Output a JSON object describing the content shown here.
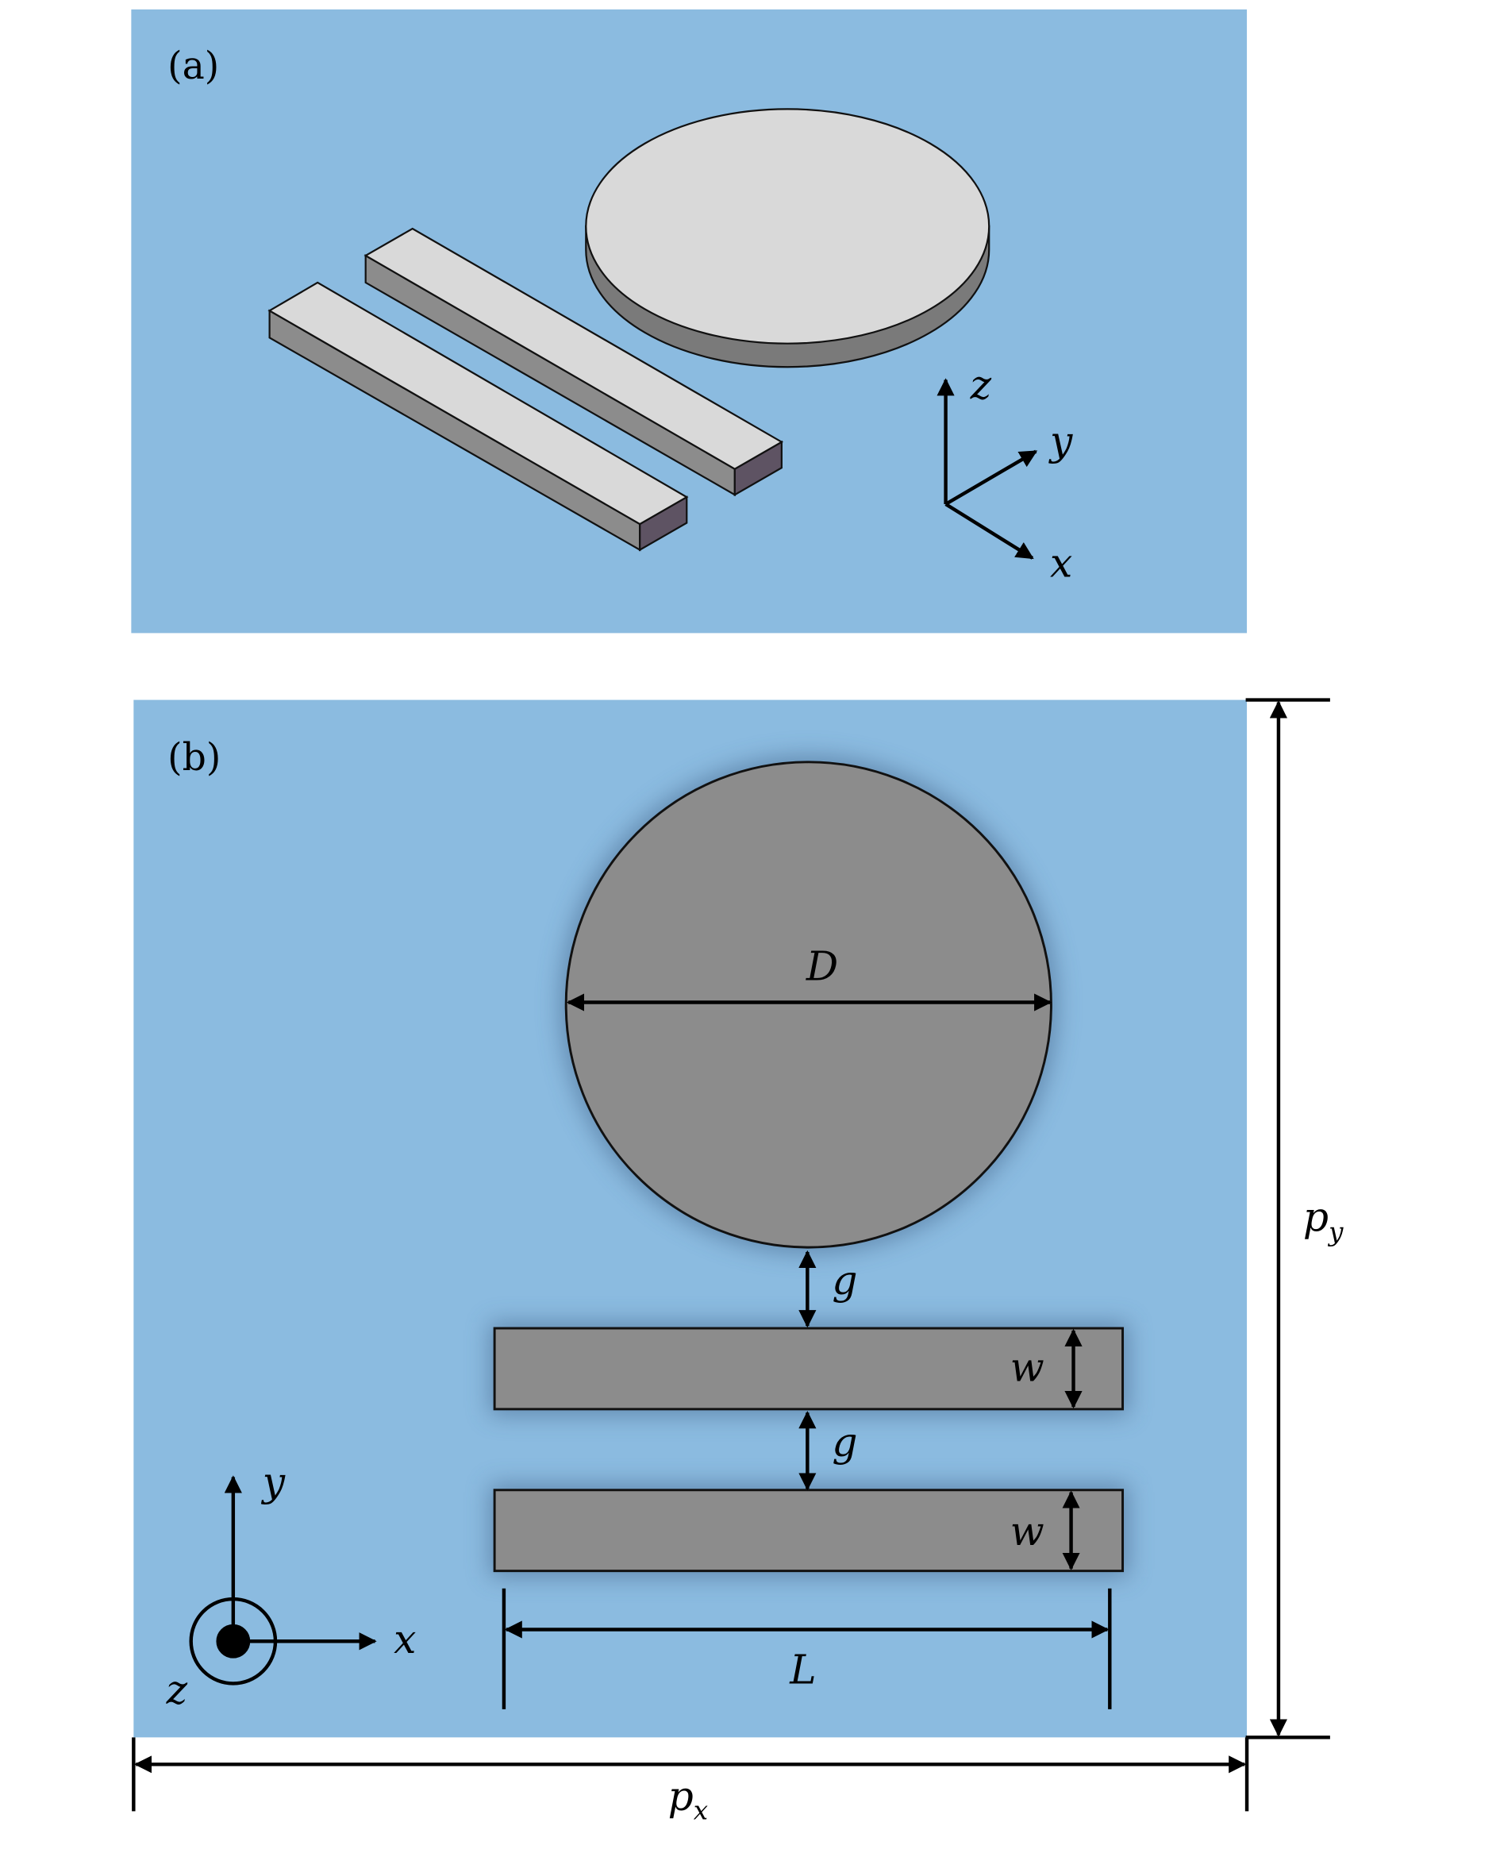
{
  "panel_a": {
    "label": "(a)",
    "axes": {
      "x": "x",
      "y": "y",
      "z": "z"
    }
  },
  "panel_b": {
    "label": "(b)",
    "dimensions": {
      "D": "D",
      "g1": "g",
      "g2": "g",
      "w1": "w",
      "w2": "w",
      "L": "L",
      "px_base": "p",
      "px_sub": "x",
      "py_base": "p",
      "py_sub": "y"
    },
    "axes": {
      "x": "x",
      "y": "y",
      "z": "z"
    }
  },
  "colors": {
    "background": "#8bbbe0",
    "top_face": "#d9d9d9",
    "side_face": "#8c8c8c",
    "end_face": "#5e5363",
    "plan_fill": "#8c8c8c"
  }
}
